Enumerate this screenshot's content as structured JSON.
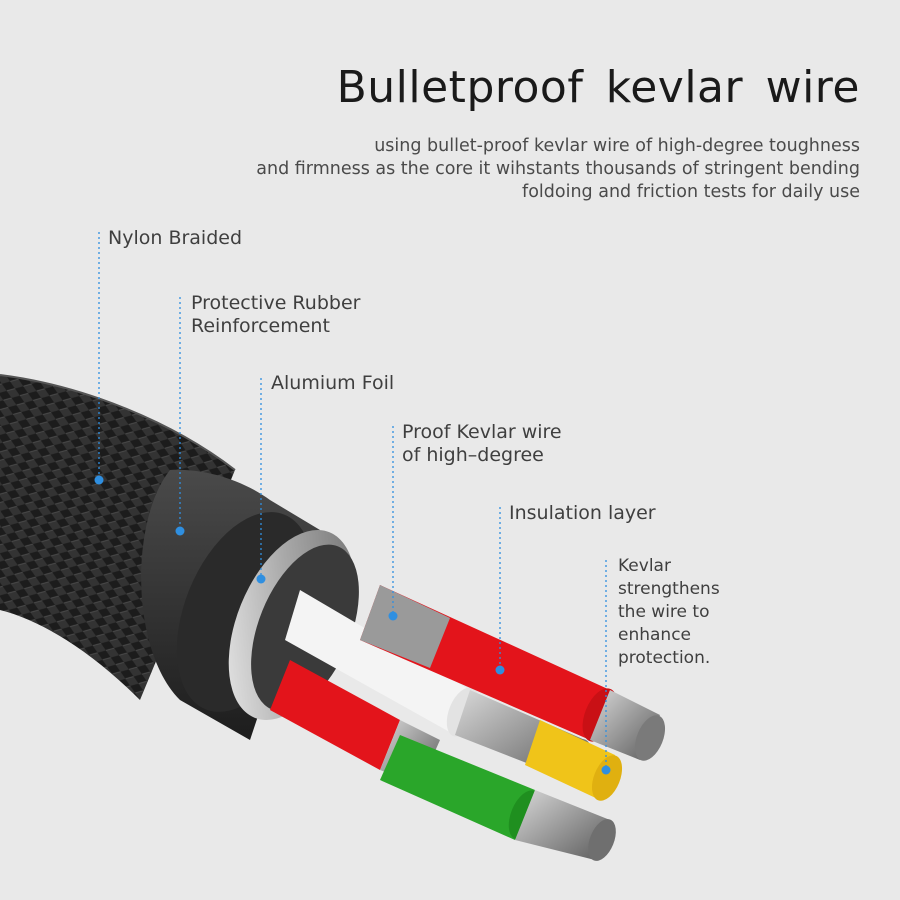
{
  "heading": {
    "title": "Bulletproof  kevlar  wire",
    "description_lines": [
      "using bullet-proof kevlar wire of high-degree toughness",
      "and firmness as the core it wihstants thousands of stringent bending",
      "foldoing and friction tests for daily use"
    ]
  },
  "callouts": [
    {
      "lines": [
        "Nylon Braided"
      ]
    },
    {
      "lines": [
        "Protective Rubber",
        "Reinforcement"
      ]
    },
    {
      "lines": [
        "Alumium Foil"
      ]
    },
    {
      "lines": [
        "Proof Kevlar wire",
        "of high–degree"
      ]
    },
    {
      "lines": [
        "Insulation layer"
      ]
    },
    {
      "lines": [
        "Kevlar",
        "strengthens",
        "the wire to",
        "enhance",
        "protection."
      ]
    }
  ],
  "colors": {
    "background": "#e9e9e9",
    "pointer": "#2f8fe0",
    "braid": "#1b1b1b",
    "rubber": "#2c2c2c",
    "foil": "#b7b7b7",
    "red_insulation": "#e3141b",
    "white_insulation": "#f4f4f4",
    "green_insulation": "#2aa62a",
    "yellow_kevlar": "#f0c419",
    "conductor": "#8a8a8a"
  }
}
